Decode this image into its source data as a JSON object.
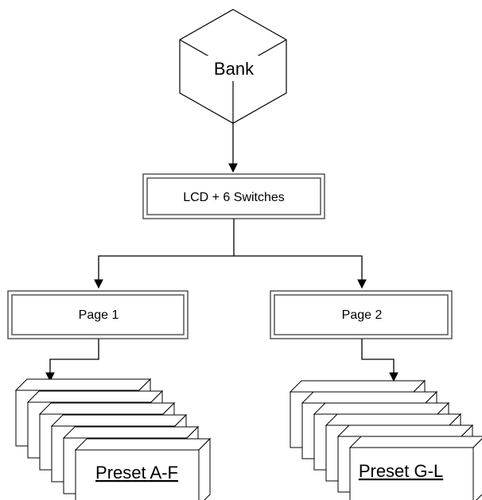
{
  "diagram": {
    "nodes": {
      "bank": {
        "label": "Bank",
        "shape": "cube"
      },
      "lcd": {
        "label": "LCD + 6 Switches",
        "shape": "double-border-box"
      },
      "page1": {
        "label": "Page 1",
        "shape": "double-border-box"
      },
      "page2": {
        "label": "Page 2",
        "shape": "double-border-box"
      },
      "presets_left": {
        "label": "Preset A-F",
        "shape": "stacked-blocks",
        "count": 6
      },
      "presets_right": {
        "label": "Preset G-L",
        "shape": "stacked-blocks",
        "count": 6
      }
    },
    "edges": [
      {
        "from": "bank",
        "to": "lcd"
      },
      {
        "from": "lcd",
        "to": "page1"
      },
      {
        "from": "lcd",
        "to": "page2"
      },
      {
        "from": "page1",
        "to": "presets_left"
      },
      {
        "from": "page2",
        "to": "presets_right"
      }
    ],
    "colors": {
      "stroke": "#000000",
      "fill": "#ffffff",
      "box_outer_stroke": "#555555"
    }
  }
}
